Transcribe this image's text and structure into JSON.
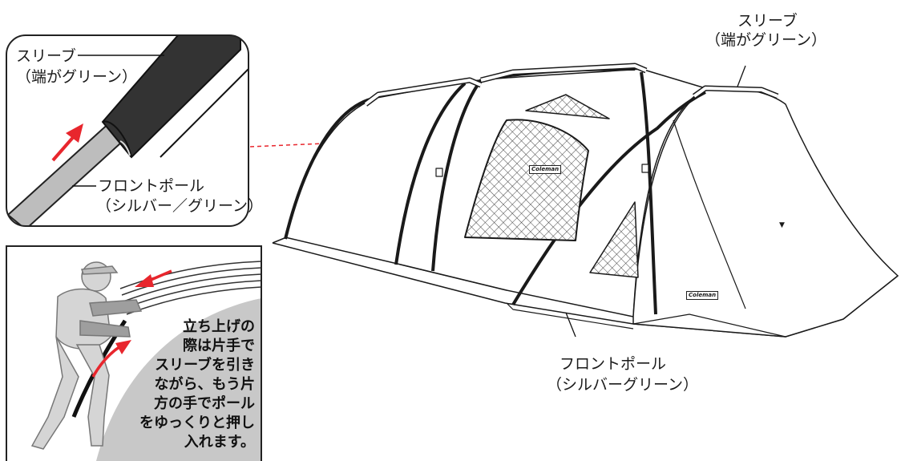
{
  "callout_top": {
    "sleeve_line1": "スリーブ",
    "sleeve_line2": "（端がグリーン）",
    "pole_line1": "フロントポール",
    "pole_line2": "（シルバー／グリーン）"
  },
  "main": {
    "sleeve_line1": "スリーブ",
    "sleeve_line2": "（端がグリーン）",
    "pole_line1": "フロントポール",
    "pole_line2": "（シルバーグリーン）",
    "brand_window": "Coleman",
    "brand_door": "Coleman",
    "door_mark": "▼"
  },
  "callout_bottom": {
    "instruction_lines": [
      "立ち上げの",
      "際は片手で",
      "スリーブを引き",
      "ながら、もう片",
      "方の手でポール",
      "をゆっくりと押し",
      "入れます。"
    ]
  },
  "colors": {
    "arrow": "#e8262d",
    "guide_line": "#e8262d",
    "sleeve": "#333333",
    "pole": "#bdbdbd",
    "mesh": "#555555"
  }
}
